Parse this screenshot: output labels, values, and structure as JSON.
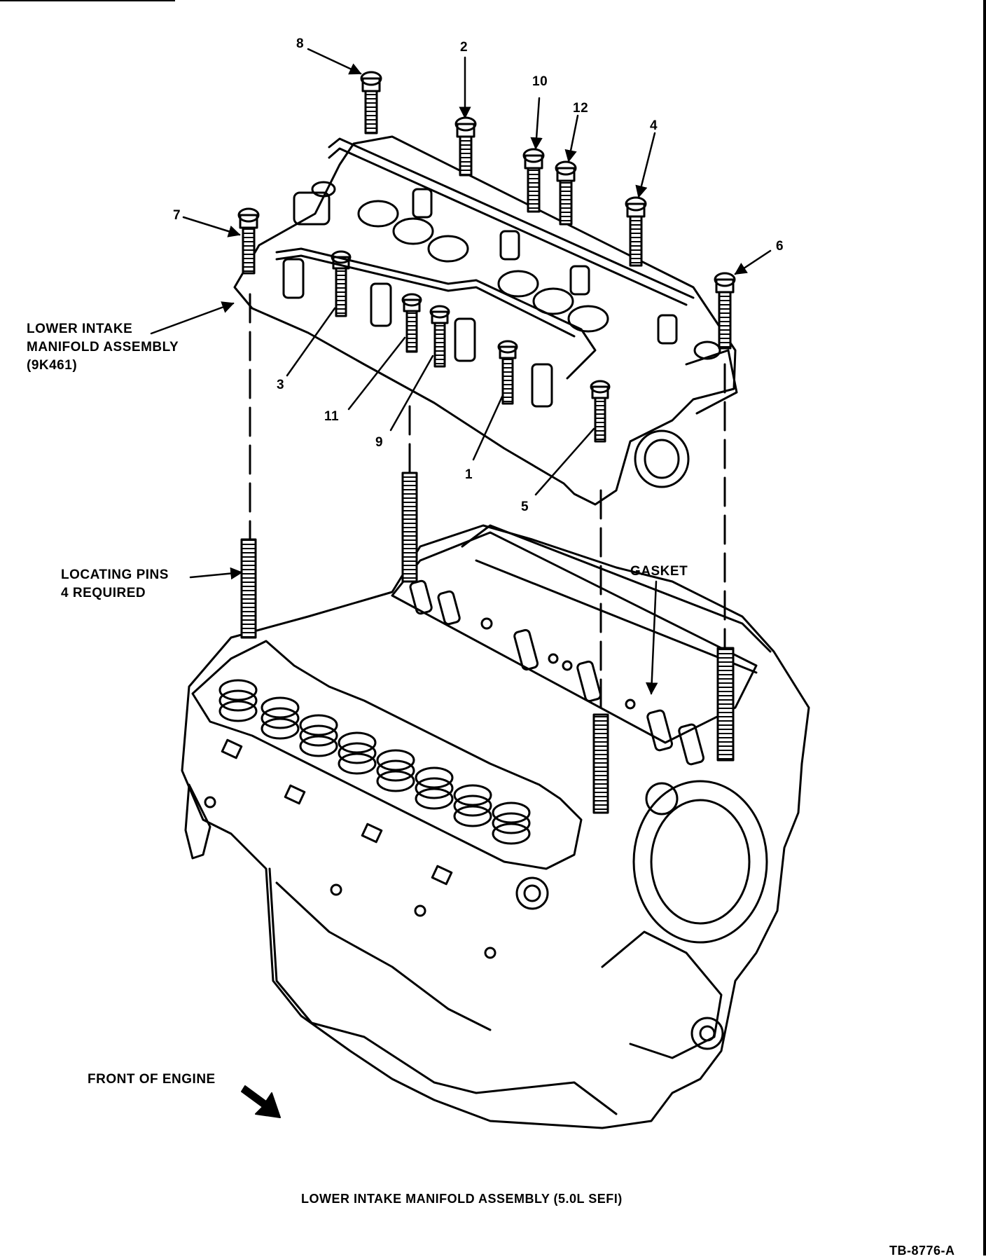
{
  "figure": {
    "caption": "LOWER INTAKE MANIFOLD ASSEMBLY (5.0L SEFI)",
    "figure_id": "TB-8776-A"
  },
  "labels": {
    "manifold": [
      "LOWER INTAKE",
      "MANIFOLD ASSEMBLY",
      "(9K461)"
    ],
    "locating_pins": [
      "LOCATING PINS",
      "4 REQUIRED"
    ],
    "gasket": "GASKET",
    "front_of_engine": "FRONT OF ENGINE"
  },
  "bolt_sequence": [
    "1",
    "2",
    "3",
    "4",
    "5",
    "6",
    "7",
    "8",
    "9",
    "10",
    "11",
    "12"
  ],
  "colors": {
    "ink": "#000000",
    "paper": "#ffffff"
  }
}
